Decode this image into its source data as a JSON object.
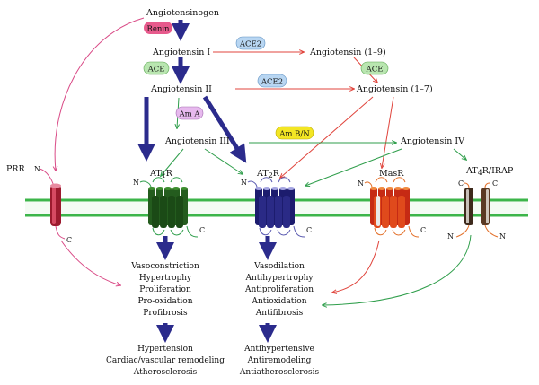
{
  "molecules": {
    "angiotensinogen": "Angiotensinogen",
    "ang1": "Angiotensin I",
    "ang2": "Angiotensin II",
    "ang3": "Angiotensin III",
    "ang4": "Angiotensin IV",
    "ang19": "Angiotensin (1–9)",
    "ang17": "Angiotensin (1–7)"
  },
  "enzymes": {
    "renin": "Renin",
    "ace": "ACE",
    "ace2_a": "ACE2",
    "ace2_b": "ACE2",
    "ace_b": "ACE",
    "am_a": "Am A",
    "am_bn": "Am B/N"
  },
  "receptors": {
    "prr": "PRR",
    "at1r": "AT",
    "at1r_sub": "1",
    "at1r_end": "R",
    "at2r": "AT",
    "at2r_sub": "2",
    "at2r_end": "R",
    "masr": "MasR",
    "at4r": "AT",
    "at4r_sub": "4",
    "at4r_end": "R/IRAP"
  },
  "termini": {
    "n": "N",
    "c": "C"
  },
  "effects_at1": [
    "Vasoconstriction",
    "Hypertrophy",
    "Proliferation",
    "Pro-oxidation",
    "Profibrosis"
  ],
  "outcomes_at1": [
    "Hypertension",
    "Cardiac/vascular remodeling",
    "Atherosclerosis"
  ],
  "effects_at2": [
    "Vasodilation",
    "Antihypertrophy",
    "Antiproliferation",
    "Antioxidation",
    "Antifibrosis"
  ],
  "outcomes_at2": [
    "Antihypertensive",
    "Antiremodeling",
    "Antiatherosclerosis"
  ],
  "colors": {
    "main_arrow": "#2b2b8c",
    "renin_pill": "#e75a8c",
    "ace_pill": "#b9e6b0",
    "ace2_pill": "#b8d6f2",
    "ama_pill": "#e7b9ee",
    "ambn_pill": "#f3e624",
    "membrane": "#3cb54a",
    "red_arrow": "#e0443c",
    "green_arrow": "#2f9e4b",
    "pink_arrow": "#d94a86",
    "at1_receptor": "#245c1e",
    "at2_receptor": "#1c1c6e",
    "mas_receptor": "#d8331e",
    "at4_receptor": "#4a2e20"
  }
}
